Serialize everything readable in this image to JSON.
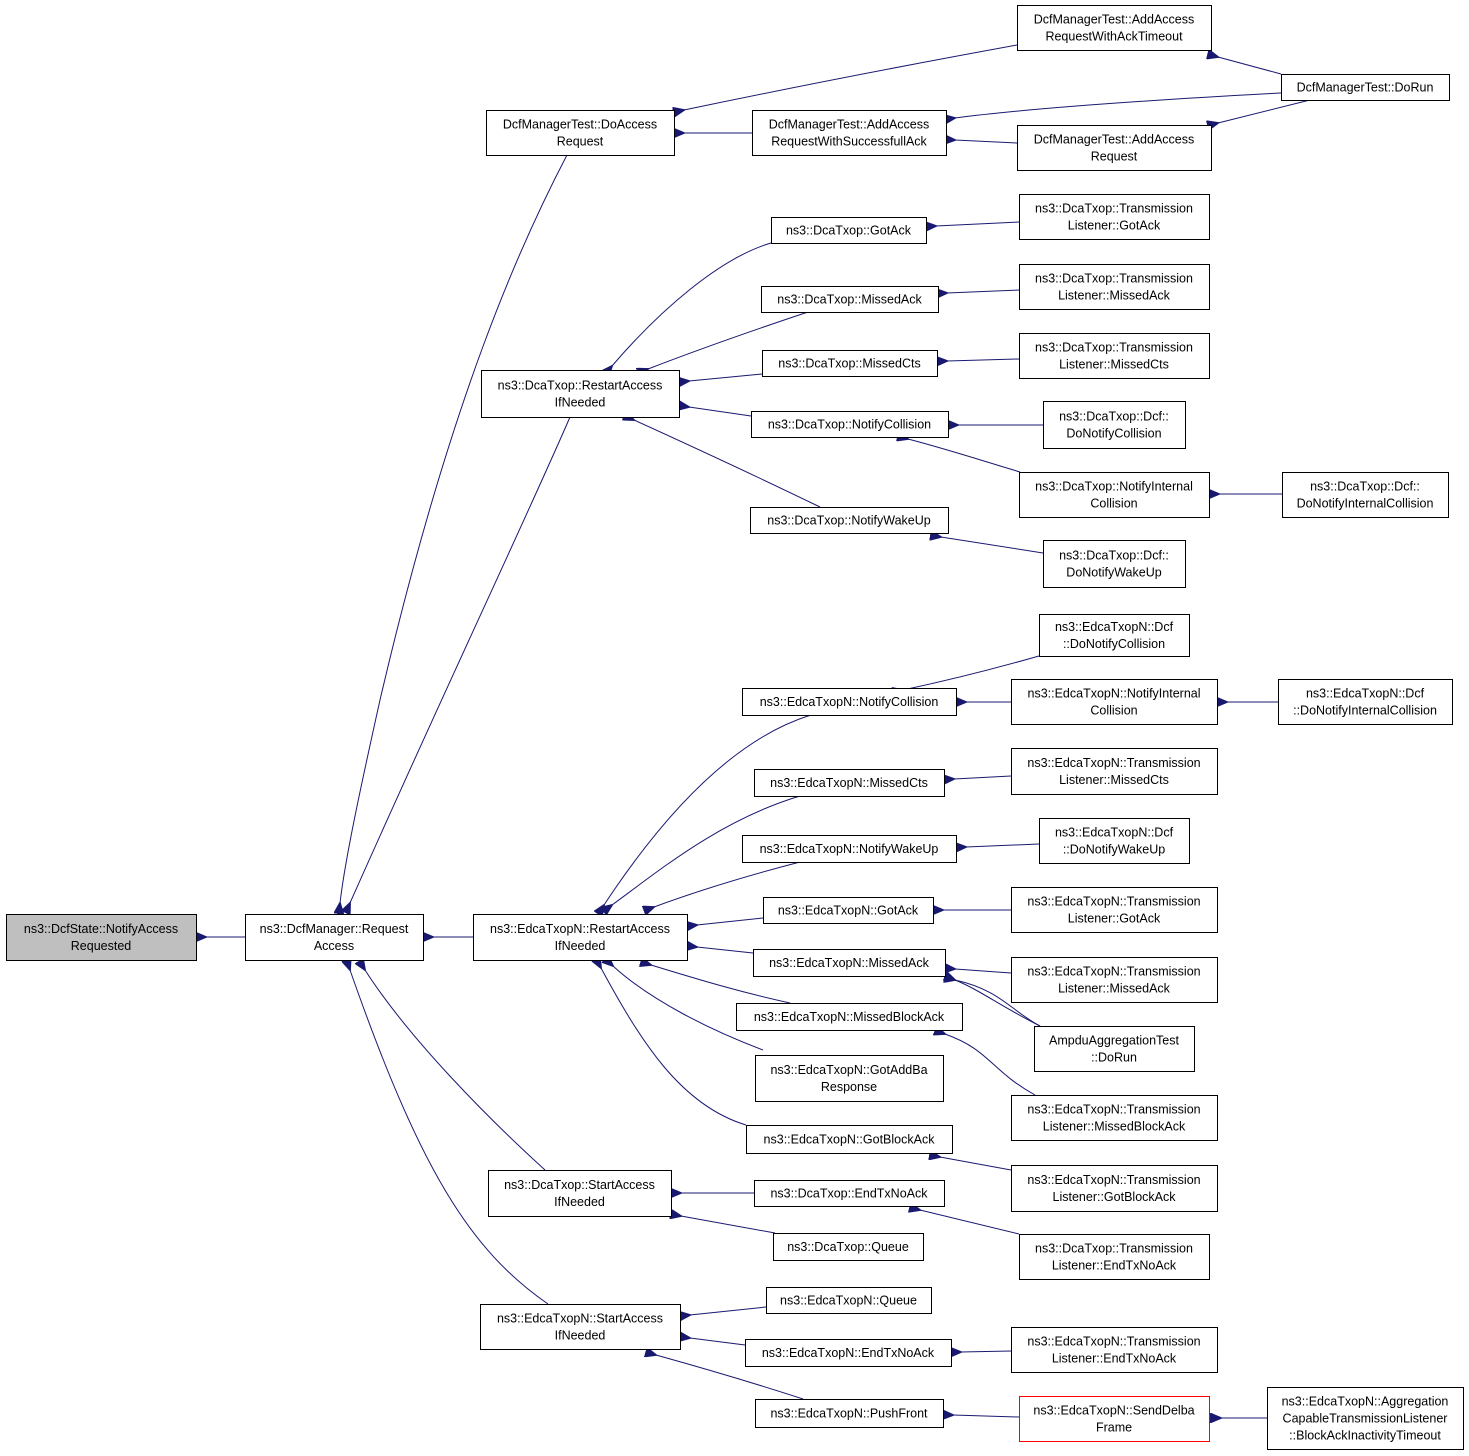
{
  "nodes": [
    {
      "id": "n0",
      "lines": [
        "ns3::DcfState::NotifyAccess",
        "Requested"
      ],
      "style": "root"
    },
    {
      "id": "n1",
      "lines": [
        "ns3::DcfManager::Request",
        "Access"
      ]
    },
    {
      "id": "n2",
      "lines": [
        "DcfManagerTest::DoAccess",
        "Request"
      ]
    },
    {
      "id": "n3",
      "lines": [
        "DcfManagerTest::AddAccess",
        "RequestWithAckTimeout"
      ]
    },
    {
      "id": "n4",
      "lines": [
        "DcfManagerTest::DoRun"
      ]
    },
    {
      "id": "n5",
      "lines": [
        "DcfManagerTest::AddAccess",
        "RequestWithSuccessfullAck"
      ]
    },
    {
      "id": "n6",
      "lines": [
        "DcfManagerTest::AddAccess",
        "Request"
      ]
    },
    {
      "id": "n7",
      "lines": [
        "ns3::DcaTxop::RestartAccess",
        "IfNeeded"
      ]
    },
    {
      "id": "n8",
      "lines": [
        "ns3::DcaTxop::GotAck"
      ]
    },
    {
      "id": "n9",
      "lines": [
        "ns3::DcaTxop::Transmission",
        "Listener::GotAck"
      ]
    },
    {
      "id": "n10",
      "lines": [
        "ns3::DcaTxop::MissedAck"
      ]
    },
    {
      "id": "n11",
      "lines": [
        "ns3::DcaTxop::Transmission",
        "Listener::MissedAck"
      ]
    },
    {
      "id": "n12",
      "lines": [
        "ns3::DcaTxop::MissedCts"
      ]
    },
    {
      "id": "n13",
      "lines": [
        "ns3::DcaTxop::Transmission",
        "Listener::MissedCts"
      ]
    },
    {
      "id": "n14",
      "lines": [
        "ns3::DcaTxop::NotifyCollision"
      ]
    },
    {
      "id": "n15",
      "lines": [
        "ns3::DcaTxop::Dcf::",
        "DoNotifyCollision"
      ]
    },
    {
      "id": "n16",
      "lines": [
        "ns3::DcaTxop::NotifyInternal",
        "Collision"
      ]
    },
    {
      "id": "n17",
      "lines": [
        "ns3::DcaTxop::Dcf::",
        "DoNotifyInternalCollision"
      ]
    },
    {
      "id": "n18",
      "lines": [
        "ns3::DcaTxop::NotifyWakeUp"
      ]
    },
    {
      "id": "n19",
      "lines": [
        "ns3::DcaTxop::Dcf::",
        "DoNotifyWakeUp"
      ]
    },
    {
      "id": "n20",
      "lines": [
        "ns3::EdcaTxopN::RestartAccess",
        "IfNeeded"
      ]
    },
    {
      "id": "n21",
      "lines": [
        "ns3::EdcaTxopN::Dcf",
        "::DoNotifyCollision"
      ]
    },
    {
      "id": "n22",
      "lines": [
        "ns3::EdcaTxopN::NotifyCollision"
      ]
    },
    {
      "id": "n23",
      "lines": [
        "ns3::EdcaTxopN::NotifyInternal",
        "Collision"
      ]
    },
    {
      "id": "n24",
      "lines": [
        "ns3::EdcaTxopN::Dcf",
        "::DoNotifyInternalCollision"
      ]
    },
    {
      "id": "n25",
      "lines": [
        "ns3::EdcaTxopN::MissedCts"
      ]
    },
    {
      "id": "n26",
      "lines": [
        "ns3::EdcaTxopN::Transmission",
        "Listener::MissedCts"
      ]
    },
    {
      "id": "n27",
      "lines": [
        "ns3::EdcaTxopN::NotifyWakeUp"
      ]
    },
    {
      "id": "n28",
      "lines": [
        "ns3::EdcaTxopN::Dcf",
        "::DoNotifyWakeUp"
      ]
    },
    {
      "id": "n29",
      "lines": [
        "ns3::EdcaTxopN::GotAck"
      ]
    },
    {
      "id": "n30",
      "lines": [
        "ns3::EdcaTxopN::Transmission",
        "Listener::GotAck"
      ]
    },
    {
      "id": "n31",
      "lines": [
        "ns3::EdcaTxopN::MissedAck"
      ]
    },
    {
      "id": "n32",
      "lines": [
        "ns3::EdcaTxopN::Transmission",
        "Listener::MissedAck"
      ]
    },
    {
      "id": "n33",
      "lines": [
        "AmpduAggregationTest",
        "::DoRun"
      ]
    },
    {
      "id": "n34",
      "lines": [
        "ns3::EdcaTxopN::MissedBlockAck"
      ]
    },
    {
      "id": "n35",
      "lines": [
        "ns3::EdcaTxopN::GotAddBa",
        "Response"
      ]
    },
    {
      "id": "n36",
      "lines": [
        "ns3::EdcaTxopN::Transmission",
        "Listener::MissedBlockAck"
      ]
    },
    {
      "id": "n37",
      "lines": [
        "ns3::EdcaTxopN::GotBlockAck"
      ]
    },
    {
      "id": "n38",
      "lines": [
        "ns3::EdcaTxopN::Transmission",
        "Listener::GotBlockAck"
      ]
    },
    {
      "id": "n39",
      "lines": [
        "ns3::DcaTxop::StartAccess",
        "IfNeeded"
      ]
    },
    {
      "id": "n40",
      "lines": [
        "ns3::DcaTxop::EndTxNoAck"
      ]
    },
    {
      "id": "n41",
      "lines": [
        "ns3::DcaTxop::Queue"
      ]
    },
    {
      "id": "n42",
      "lines": [
        "ns3::DcaTxop::Transmission",
        "Listener::EndTxNoAck"
      ]
    },
    {
      "id": "n43",
      "lines": [
        "ns3::EdcaTxopN::StartAccess",
        "IfNeeded"
      ]
    },
    {
      "id": "n44",
      "lines": [
        "ns3::EdcaTxopN::Queue"
      ]
    },
    {
      "id": "n45",
      "lines": [
        "ns3::EdcaTxopN::EndTxNoAck"
      ]
    },
    {
      "id": "n46",
      "lines": [
        "ns3::EdcaTxopN::Transmission",
        "Listener::EndTxNoAck"
      ]
    },
    {
      "id": "n47",
      "lines": [
        "ns3::EdcaTxopN::PushFront"
      ]
    },
    {
      "id": "n48",
      "lines": [
        "ns3::EdcaTxopN::SendDelba",
        "Frame"
      ],
      "style": "red"
    },
    {
      "id": "n49",
      "lines": [
        "ns3::EdcaTxopN::Aggregation",
        "CapableTransmissionListener",
        "::BlockAckInactivityTimeout"
      ]
    }
  ],
  "edges": [
    [
      "n1",
      "n0"
    ],
    [
      "n2",
      "n1"
    ],
    [
      "n7",
      "n1"
    ],
    [
      "n20",
      "n1"
    ],
    [
      "n39",
      "n1"
    ],
    [
      "n43",
      "n1"
    ],
    [
      "n3",
      "n2"
    ],
    [
      "n5",
      "n2"
    ],
    [
      "n4",
      "n3"
    ],
    [
      "n4",
      "n5"
    ],
    [
      "n6",
      "n5"
    ],
    [
      "n4",
      "n6"
    ],
    [
      "n8",
      "n7"
    ],
    [
      "n10",
      "n7"
    ],
    [
      "n12",
      "n7"
    ],
    [
      "n14",
      "n7"
    ],
    [
      "n18",
      "n7"
    ],
    [
      "n9",
      "n8"
    ],
    [
      "n11",
      "n10"
    ],
    [
      "n13",
      "n12"
    ],
    [
      "n15",
      "n14"
    ],
    [
      "n16",
      "n14"
    ],
    [
      "n17",
      "n16"
    ],
    [
      "n19",
      "n18"
    ],
    [
      "n22",
      "n20"
    ],
    [
      "n25",
      "n20"
    ],
    [
      "n27",
      "n20"
    ],
    [
      "n29",
      "n20"
    ],
    [
      "n31",
      "n20"
    ],
    [
      "n34",
      "n20"
    ],
    [
      "n35",
      "n20"
    ],
    [
      "n37",
      "n20"
    ],
    [
      "n21",
      "n22"
    ],
    [
      "n23",
      "n22"
    ],
    [
      "n24",
      "n23"
    ],
    [
      "n26",
      "n25"
    ],
    [
      "n28",
      "n27"
    ],
    [
      "n30",
      "n29"
    ],
    [
      "n32",
      "n31"
    ],
    [
      "n33",
      "n31"
    ],
    [
      "n33",
      "n34"
    ],
    [
      "n36",
      "n34"
    ],
    [
      "n38",
      "n37"
    ],
    [
      "n40",
      "n39"
    ],
    [
      "n41",
      "n39"
    ],
    [
      "n42",
      "n40"
    ],
    [
      "n44",
      "n43"
    ],
    [
      "n45",
      "n43"
    ],
    [
      "n47",
      "n43"
    ],
    [
      "n46",
      "n45"
    ],
    [
      "n48",
      "n47"
    ],
    [
      "n49",
      "n48"
    ]
  ]
}
